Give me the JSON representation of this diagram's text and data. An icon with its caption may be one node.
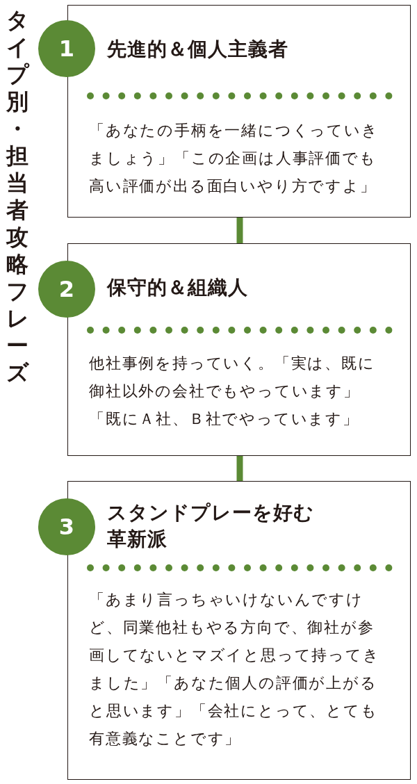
{
  "diagram": {
    "title": "タイプ別・担当者攻略フレーズ",
    "nodes": [
      {
        "text": [
          "1"
        ]
      },
      {
        "text": [
          "先進的＆個人主義者",
          "「あなたの手柄を一緒につくっていきましょう」「この企画は人事評価でも高い評価が出る面白いやり方ですよ」"
        ]
      },
      {
        "text": [
          "2"
        ]
      },
      {
        "text": [
          "保守的＆組織人",
          "他社事例を持っていく。「実は、既に御社以外の会社でもやっています」「既にＡ社、Ｂ社でやっています」"
        ]
      },
      {
        "text": [
          "3"
        ]
      },
      {
        "text": [
          "スタンドプレーを好む革新派",
          "「あまり言っちゃいけないんですけど、同業他社もやる方向で、御社が参画してないとマズイと思って持ってきました」「あなた個人の評価が上がると思います」「会社にとって、とても有意義なことです」"
        ]
      }
    ],
    "edges": [
      {
        "from": 1,
        "to": 3,
        "arrow": "none"
      },
      {
        "from": 3,
        "to": 5,
        "arrow": "none"
      }
    ]
  }
}
